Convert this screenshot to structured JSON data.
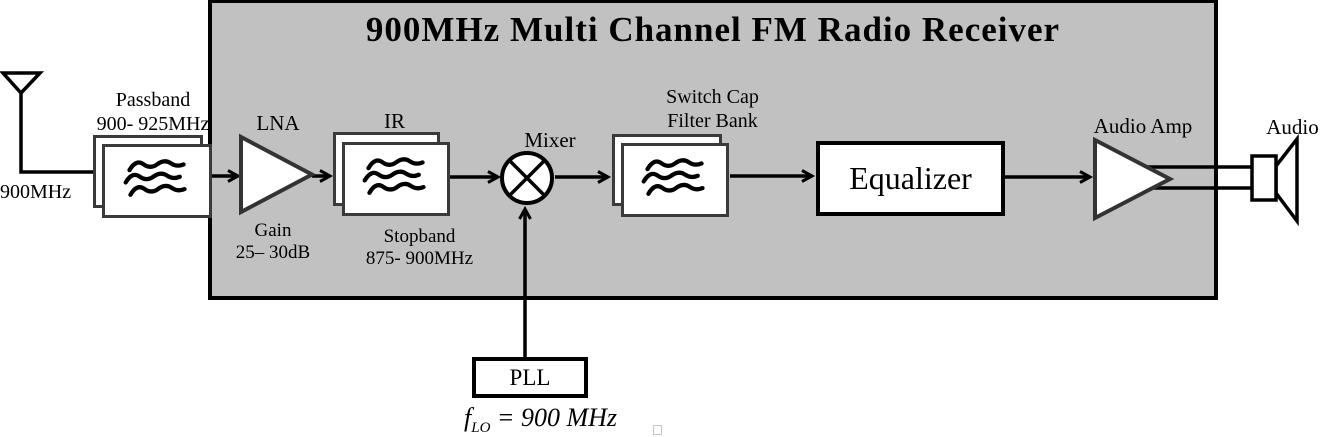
{
  "title": "900MHz Multi Channel FM Radio Receiver",
  "antenna": {
    "frequency_label": "900MHz"
  },
  "passband_filter": {
    "name": "Passband",
    "range": "900- 925MHz"
  },
  "lna": {
    "label": "LNA",
    "gain_title": "Gain",
    "gain_value": "25– 30dB"
  },
  "ir_filter": {
    "label": "IR",
    "stopband_title": "Stopband",
    "stopband_value": "875- 900MHz"
  },
  "mixer": {
    "label": "Mixer"
  },
  "switch_cap_filter": {
    "line1": "Switch Cap",
    "line2": "Filter Bank"
  },
  "equalizer": {
    "label": "Equalizer"
  },
  "audio_amp": {
    "label": "Audio Amp"
  },
  "audio_output": {
    "label": "Audio"
  },
  "pll": {
    "label": "PLL",
    "lo_prefix": "f",
    "lo_subscript": "LO",
    "lo_value": "= 900 MHz"
  },
  "colors": {
    "receiver_box_fill": "#c1c1c1",
    "line": "#000000",
    "block_fill": "#ffffff"
  }
}
